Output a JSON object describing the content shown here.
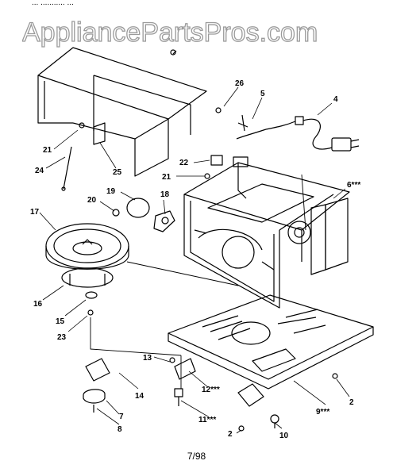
{
  "header_partial": "...   ...........      ...",
  "watermark": "AppliancePartsPros.com",
  "footer_text": "7/98",
  "callouts": [
    {
      "id": "c26",
      "label": "26"
    },
    {
      "id": "c5",
      "label": "5"
    },
    {
      "id": "c4",
      "label": "4"
    },
    {
      "id": "c6",
      "label": "6***"
    },
    {
      "id": "c21a",
      "label": "21"
    },
    {
      "id": "c24",
      "label": "24"
    },
    {
      "id": "c25",
      "label": "25"
    },
    {
      "id": "c22",
      "label": "22"
    },
    {
      "id": "c21b",
      "label": "21"
    },
    {
      "id": "c19",
      "label": "19"
    },
    {
      "id": "c20",
      "label": "20"
    },
    {
      "id": "c18",
      "label": "18"
    },
    {
      "id": "c17",
      "label": "17"
    },
    {
      "id": "c16",
      "label": "16"
    },
    {
      "id": "c15",
      "label": "15"
    },
    {
      "id": "c23",
      "label": "23"
    },
    {
      "id": "c13",
      "label": "13"
    },
    {
      "id": "c12",
      "label": "12***"
    },
    {
      "id": "c14",
      "label": "14"
    },
    {
      "id": "c7",
      "label": "7"
    },
    {
      "id": "c8",
      "label": "8"
    },
    {
      "id": "c11",
      "label": "11***"
    },
    {
      "id": "c2a",
      "label": "2"
    },
    {
      "id": "c10",
      "label": "10"
    },
    {
      "id": "c9",
      "label": "9***"
    },
    {
      "id": "c2b",
      "label": "2"
    }
  ]
}
